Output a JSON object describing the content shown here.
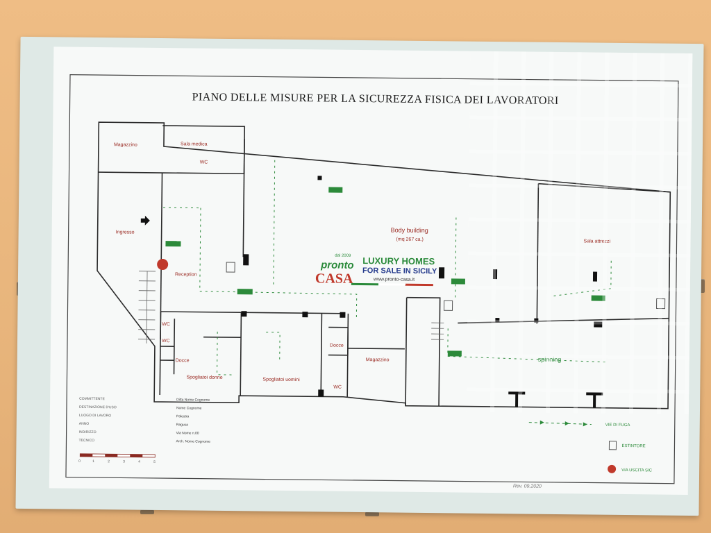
{
  "poster": {
    "title": "PIANO DELLE MISURE PER LA SICUREZZA FISICA DEI LAVORATORI",
    "rooms": {
      "magazzino_top": "Magazzino",
      "sala_medica": "Sala medica",
      "wc_top": "WC",
      "ingresso": "Ingresso",
      "reception": "Reception",
      "body_building": "Body building",
      "body_building_area": "(mq 267 ca.)",
      "sala_right": "Sala attrezzi",
      "wc_1": "WC",
      "wc_2": "WC",
      "wc_3": "WC",
      "docce_1": "Docce",
      "docce_2": "Docce",
      "spogliatoi_donne": "Spogliatoi donne",
      "spogliatoi_uomini": "Spogliatoi uomini",
      "magazzino_bottom": "Magazzino",
      "spinning": "spinning"
    },
    "info_left": [
      "COMMITTENTE",
      "DESTINAZIONE D'USO",
      "LUOGO DI LAVORO",
      "ANNO",
      "INDIRIZZO",
      "TECNICO"
    ],
    "info_right": [
      "Ditta Nome Cognome",
      "Nome Cognome",
      "Palestra",
      "Ragusa",
      "Via Nome n.00",
      "Arch. Nome Cognome"
    ],
    "scale_ticks": [
      "0",
      "1",
      "2",
      "3",
      "4",
      "5"
    ],
    "legend": {
      "vie_di_fuga": "VIE DI FUGA",
      "estintore": "ESTINTORE",
      "uscita": "VIA USCITA SIC"
    },
    "handwritten_note": "Rev. 09.2020"
  },
  "watermark": {
    "small": "dal 2009",
    "pronto": "pronto",
    "casa": "CASA",
    "luxury": "LUXURY HOMES",
    "sale": "FOR SALE IN SICILY",
    "url": "www.pronto-casa.it"
  },
  "colors": {
    "wall": "#e9b77e",
    "paper": "#f7f9f8",
    "exit_green": "#2c8a3a",
    "label_red": "#9a2a22"
  }
}
